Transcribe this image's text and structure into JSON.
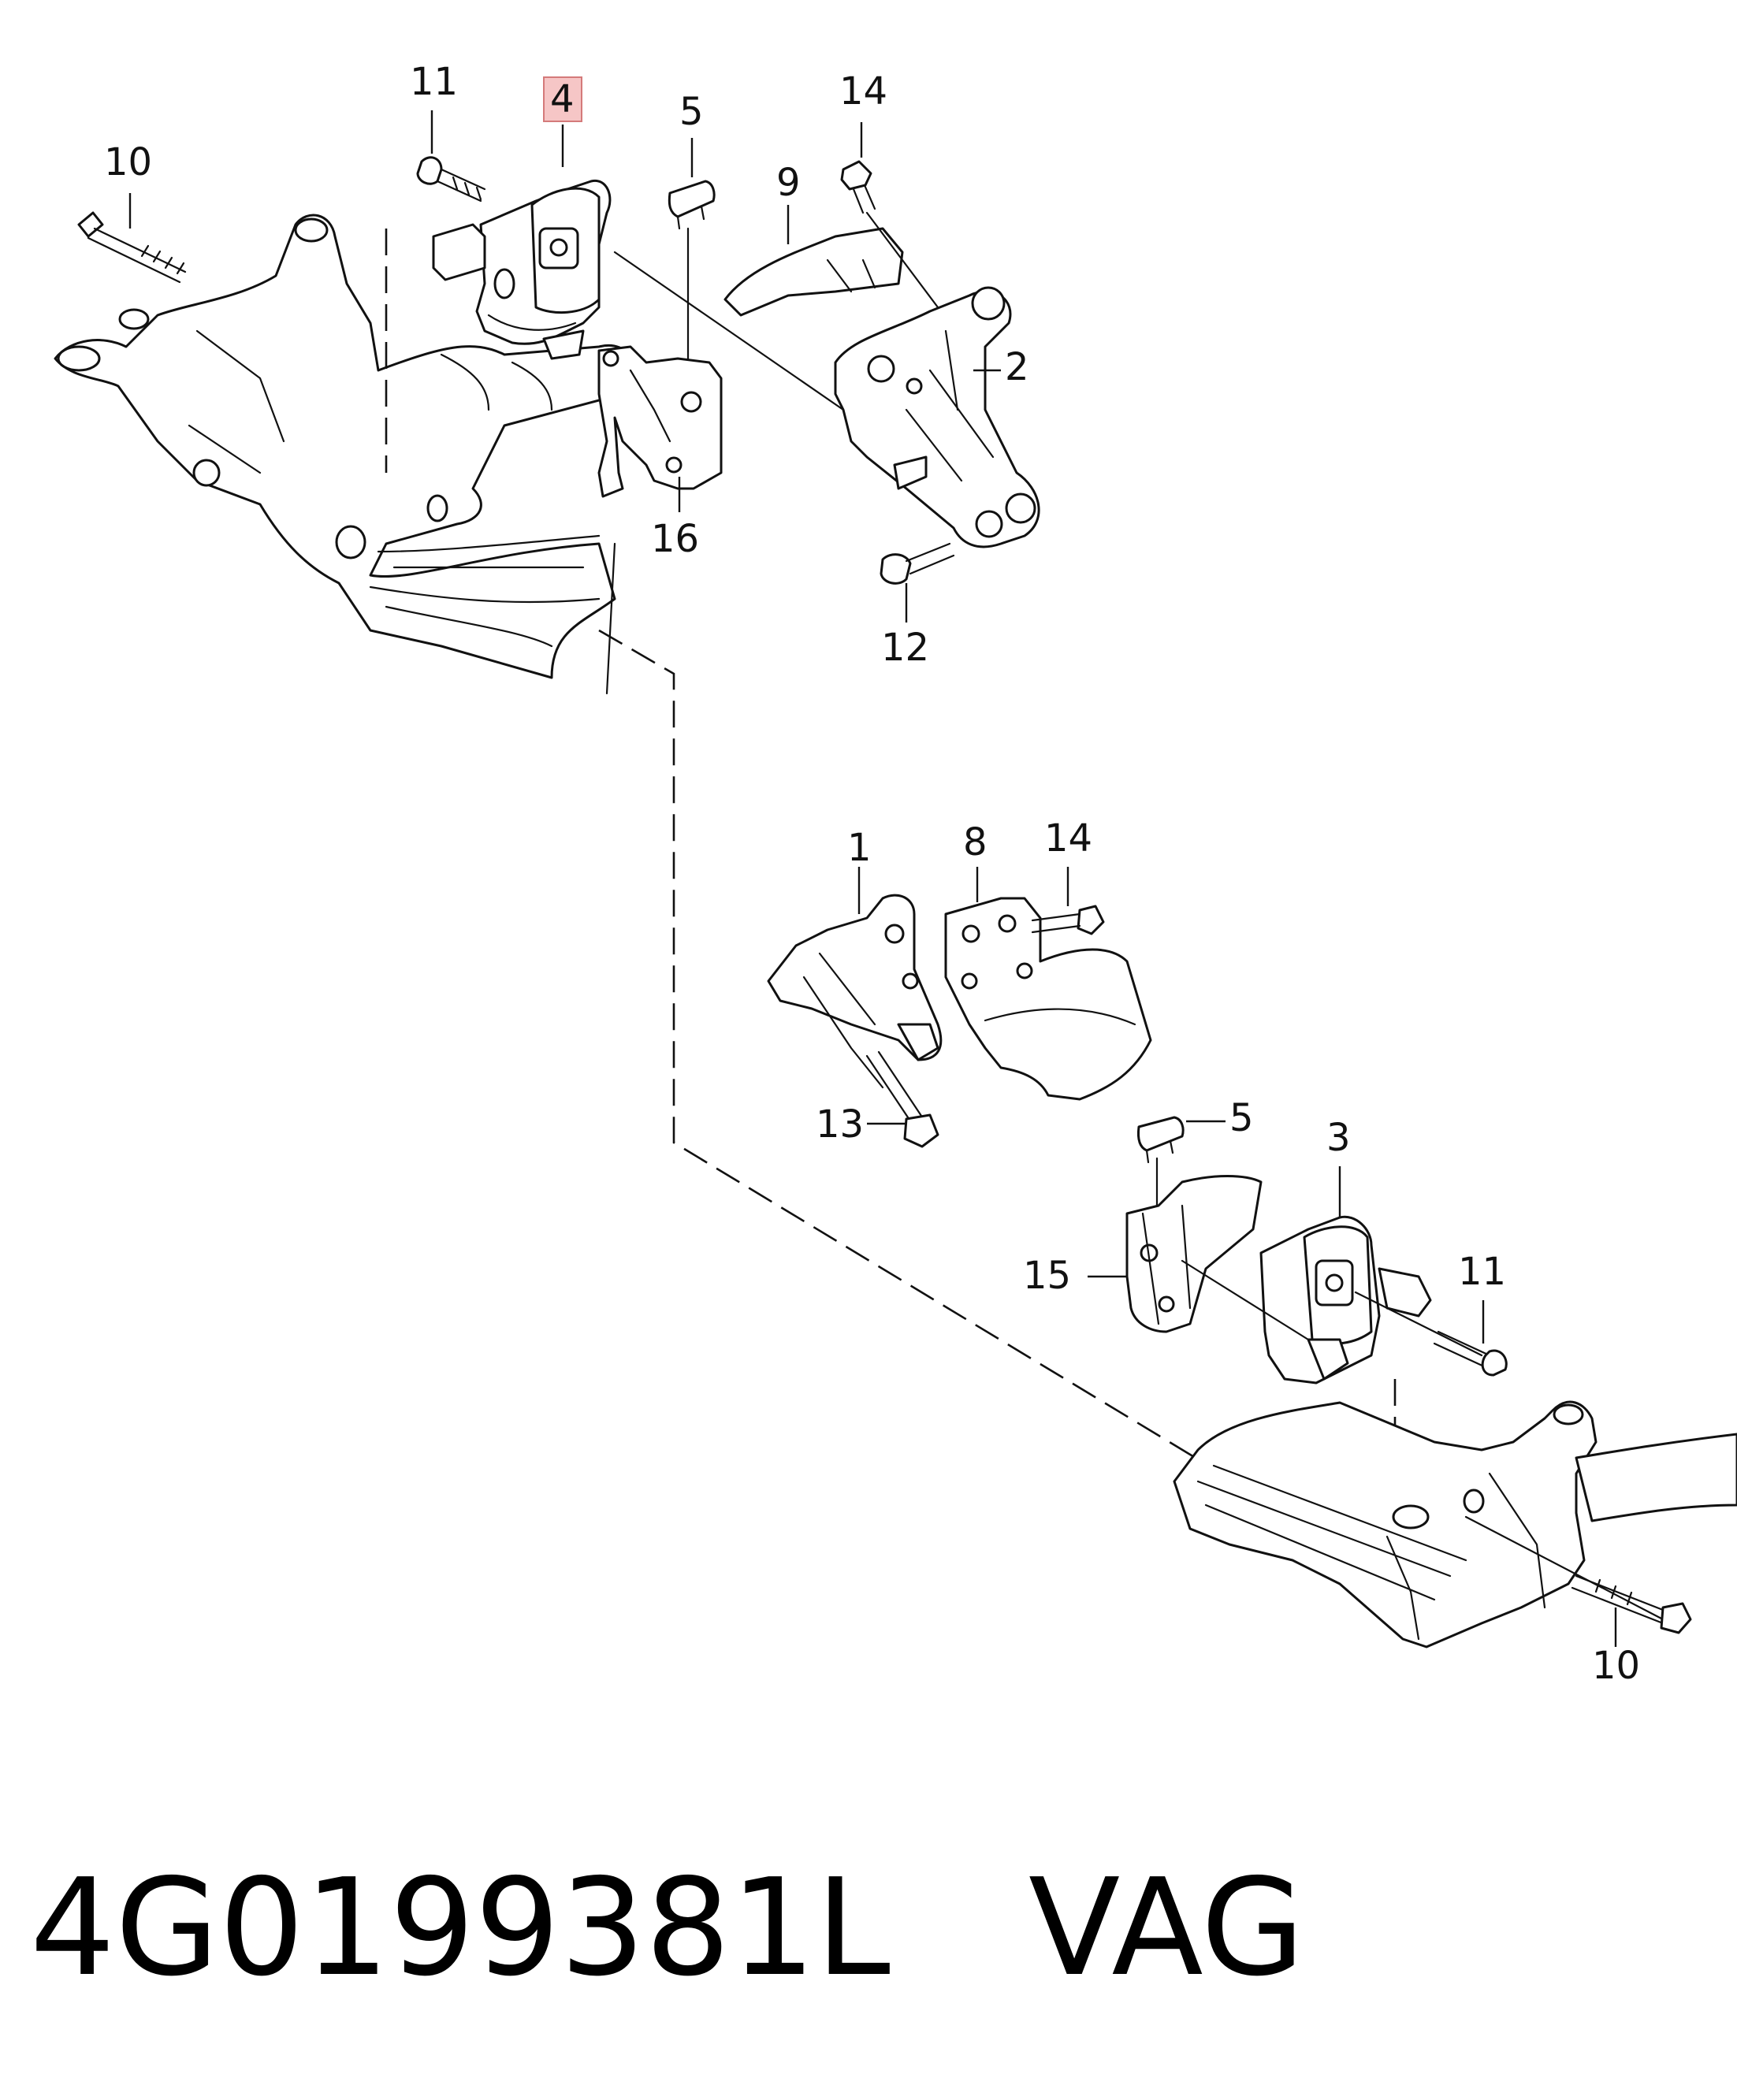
{
  "diagram": {
    "callouts": [
      {
        "id": "c-11-top",
        "label": "11"
      },
      {
        "id": "c-4",
        "label": "4",
        "highlighted": true
      },
      {
        "id": "c-5-top",
        "label": "5"
      },
      {
        "id": "c-14-top",
        "label": "14"
      },
      {
        "id": "c-10-top",
        "label": "10"
      },
      {
        "id": "c-9",
        "label": "9"
      },
      {
        "id": "c-2",
        "label": "2"
      },
      {
        "id": "c-16",
        "label": "16"
      },
      {
        "id": "c-12",
        "label": "12"
      },
      {
        "id": "c-1",
        "label": "1"
      },
      {
        "id": "c-8",
        "label": "8"
      },
      {
        "id": "c-14-bottom",
        "label": "14"
      },
      {
        "id": "c-13",
        "label": "13"
      },
      {
        "id": "c-5-bottom",
        "label": "5"
      },
      {
        "id": "c-3",
        "label": "3"
      },
      {
        "id": "c-15",
        "label": "15"
      },
      {
        "id": "c-11-bottom",
        "label": "11"
      },
      {
        "id": "c-10-bottom",
        "label": "10"
      }
    ],
    "highlight_color": "#f6c6c6",
    "highlight_border": "#d47a7a"
  },
  "footer": {
    "part_number": "4G0199381L",
    "brand": "VAG"
  }
}
